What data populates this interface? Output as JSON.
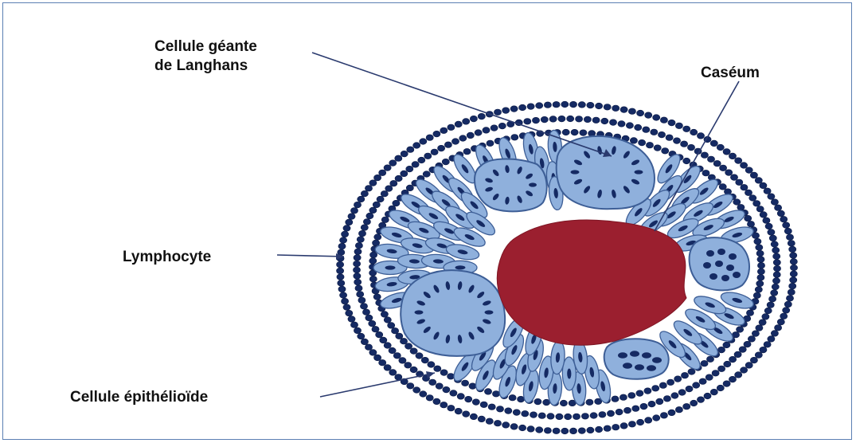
{
  "figure": {
    "labels": {
      "giant_cell": [
        "Cellule géante",
        "de Langhans"
      ],
      "caseum": "Caséum",
      "lymphocyte": "Lymphocyte",
      "epithelioid": "Cellule épithélioïde"
    },
    "colors": {
      "cell_fill": "#8fb0dc",
      "cell_stroke": "#3d5e96",
      "nucleus": "#152a63",
      "caseum": "#9b1f2f",
      "arrow": "#2a3a6e",
      "frame": "#5b7fb3"
    }
  }
}
